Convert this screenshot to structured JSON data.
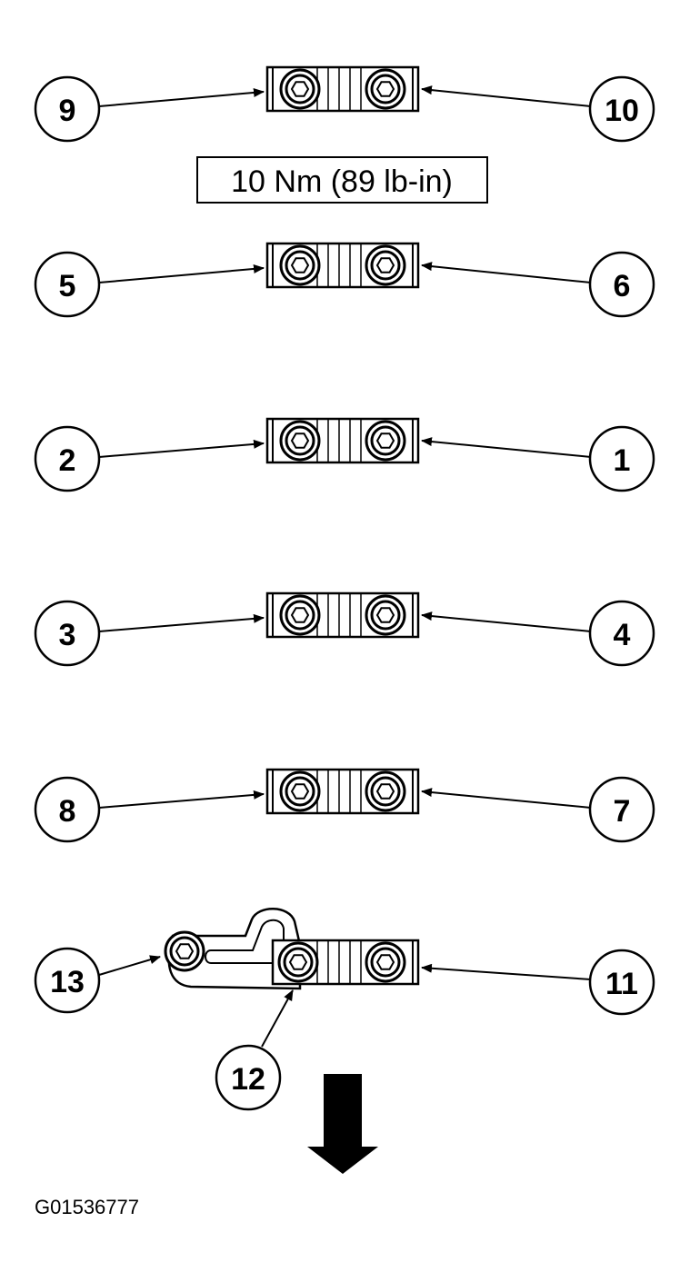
{
  "torque_spec": "10 Nm (89 lb-in)",
  "figure_id": "G01536777",
  "callouts": [
    {
      "left": "9",
      "right": "10"
    },
    {
      "left": "5",
      "right": "6"
    },
    {
      "left": "2",
      "right": "1"
    },
    {
      "left": "3",
      "right": "4"
    },
    {
      "left": "8",
      "right": "7"
    }
  ],
  "bottom_callouts": {
    "left": "13",
    "middle": "12",
    "right": "11"
  },
  "direction_arrow": "down-arrow-icon"
}
